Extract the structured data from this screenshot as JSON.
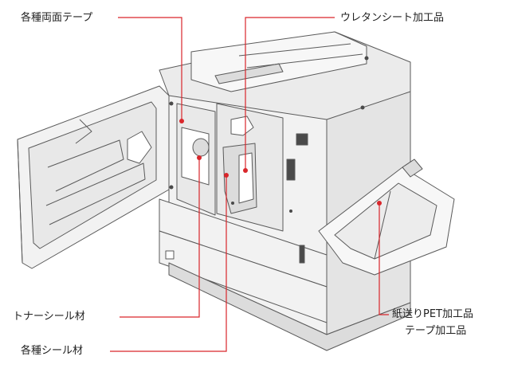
{
  "labels": {
    "tape": "各種両面テープ",
    "urethane": "ウレタンシート加工品",
    "toner_seal": "トナーシール材",
    "seal": "各種シール材",
    "pet_line1": "紙送りPET加工品",
    "pet_line2": "テープ加工品"
  },
  "colors": {
    "leader": "#d9262b",
    "outline": "#5a5a5a",
    "body": "#f2f2f2",
    "shade": "#dcdcdc",
    "dark": "#4a4a4a"
  }
}
